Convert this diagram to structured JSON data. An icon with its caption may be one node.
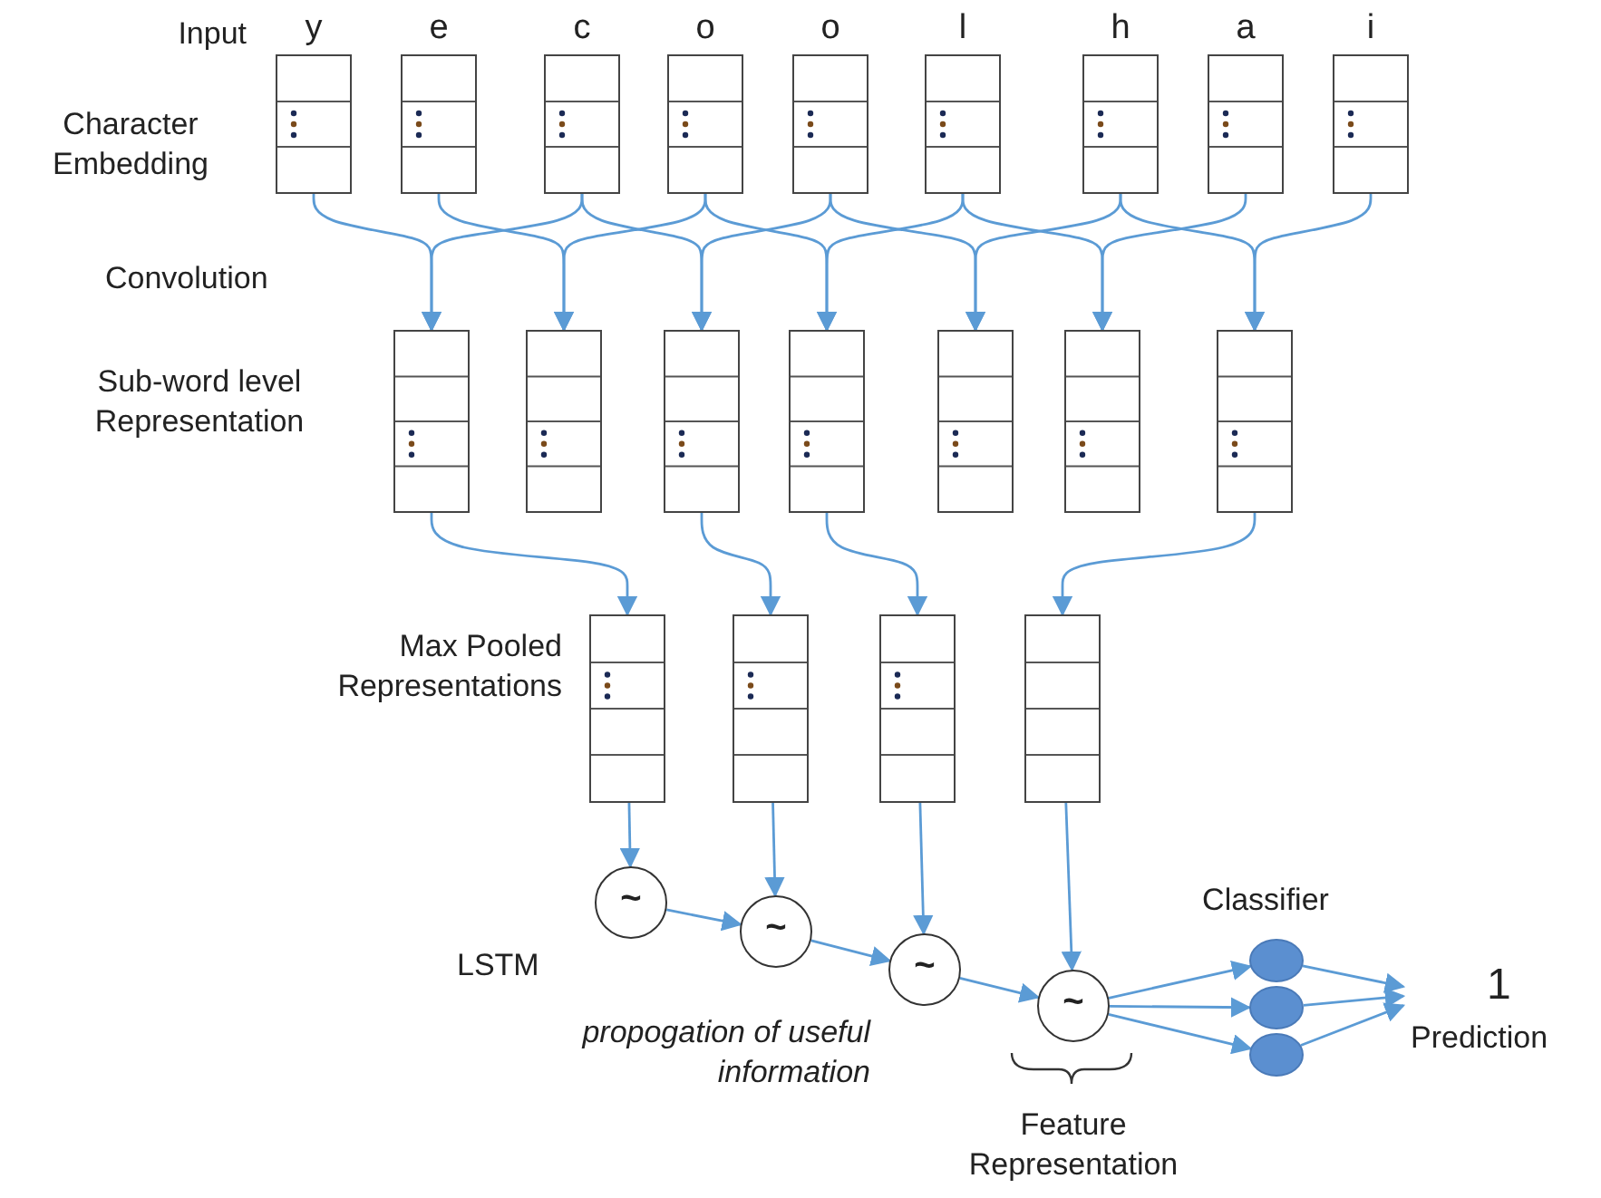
{
  "diagram": {
    "nodes": [
      {
        "text": [
          "y"
        ]
      },
      {
        "text": [
          "e"
        ]
      },
      {
        "text": [
          "c"
        ]
      },
      {
        "text": [
          "o"
        ]
      },
      {
        "text": [
          "o"
        ]
      },
      {
        "text": [
          "l"
        ]
      },
      {
        "text": [
          "h"
        ]
      },
      {
        "text": [
          "a"
        ]
      },
      {
        "text": [
          "i"
        ]
      },
      {
        "text": [],
        "shape": "box"
      },
      {
        "text": [],
        "shape": "box"
      },
      {
        "text": [],
        "shape": "box"
      },
      {
        "text": [],
        "shape": "box"
      },
      {
        "text": [],
        "shape": "box"
      },
      {
        "text": [],
        "shape": "box"
      },
      {
        "text": [],
        "shape": "box"
      },
      {
        "text": [],
        "shape": "box"
      },
      {
        "text": [],
        "shape": "box"
      },
      {
        "text": [],
        "shape": "box"
      },
      {
        "text": [],
        "shape": "box"
      },
      {
        "text": [
          "~"
        ]
      },
      {
        "text": [
          "~"
        ]
      },
      {
        "text": [
          "~"
        ]
      },
      {
        "text": [
          "~"
        ]
      },
      {
        "text": [],
        "shape": "circle"
      },
      {
        "text": [],
        "shape": "circle"
      },
      {
        "text": [],
        "shape": "circle"
      },
      {
        "text": [
          "1",
          "Prediction"
        ]
      }
    ],
    "edges": [
      {
        "from": 0,
        "to": 9,
        "arrow": "to"
      },
      {
        "from": 2,
        "to": 9,
        "arrow": "to"
      },
      {
        "from": 1,
        "to": 10,
        "arrow": "to"
      },
      {
        "from": 3,
        "to": 10,
        "arrow": "to"
      },
      {
        "from": 2,
        "to": 11,
        "arrow": "to"
      },
      {
        "from": 4,
        "to": 11,
        "arrow": "to"
      },
      {
        "from": 3,
        "to": 12,
        "arrow": "to"
      },
      {
        "from": 5,
        "to": 12,
        "arrow": "to"
      },
      {
        "from": 4,
        "to": 13,
        "arrow": "to"
      },
      {
        "from": 6,
        "to": 13,
        "arrow": "to"
      },
      {
        "from": 5,
        "to": 14,
        "arrow": "to"
      },
      {
        "from": 7,
        "to": 14,
        "arrow": "to"
      },
      {
        "from": 6,
        "to": 15,
        "arrow": "to"
      },
      {
        "from": 8,
        "to": 15,
        "arrow": "to"
      },
      {
        "from": 9,
        "to": 16,
        "arrow": "to"
      },
      {
        "from": 11,
        "to": 17,
        "arrow": "to"
      },
      {
        "from": 12,
        "to": 18,
        "arrow": "to"
      },
      {
        "from": 15,
        "to": 19,
        "arrow": "to"
      },
      {
        "from": 16,
        "to": 20,
        "arrow": "to"
      },
      {
        "from": 17,
        "to": 21,
        "arrow": "to"
      },
      {
        "from": 18,
        "to": 22,
        "arrow": "to"
      },
      {
        "from": 19,
        "to": 23,
        "arrow": "to"
      },
      {
        "from": 20,
        "to": 21,
        "arrow": "to"
      },
      {
        "from": 21,
        "to": 22,
        "arrow": "to"
      },
      {
        "from": 22,
        "to": 23,
        "arrow": "to"
      },
      {
        "from": 23,
        "to": 24,
        "arrow": "to"
      },
      {
        "from": 23,
        "to": 25,
        "arrow": "to"
      },
      {
        "from": 23,
        "to": 26,
        "arrow": "to"
      },
      {
        "from": 24,
        "to": 27,
        "arrow": "to"
      },
      {
        "from": 25,
        "to": 27,
        "arrow": "to"
      },
      {
        "from": 26,
        "to": 27,
        "arrow": "to"
      }
    ],
    "labels": [
      "Input",
      "Character Embedding",
      "Convolution",
      "Sub-word level Representation",
      "Max Pooled Representations",
      "Classifier",
      "LSTM",
      "propogation of useful information",
      "Feature Representation"
    ]
  }
}
